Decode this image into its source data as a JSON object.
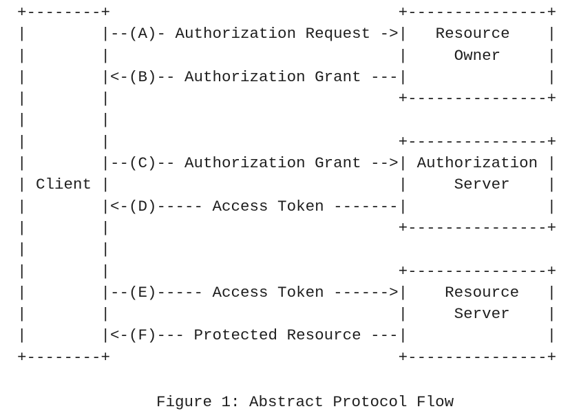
{
  "figure": {
    "ascii_lines": [
      "+--------+                               +---------------+",
      "|        |--(A)- Authorization Request ->|   Resource    |",
      "|        |                               |     Owner     |",
      "|        |<-(B)-- Authorization Grant ---|               |",
      "|        |                               +---------------+",
      "|        |",
      "|        |                               +---------------+",
      "|        |--(C)-- Authorization Grant -->| Authorization |",
      "| Client |                               |     Server    |",
      "|        |<-(D)----- Access Token -------|               |",
      "|        |                               +---------------+",
      "|        |",
      "|        |                               +---------------+",
      "|        |--(E)----- Access Token ------>|    Resource   |",
      "|        |                               |     Server    |",
      "|        |<-(F)--- Protected Resource ---|               |",
      "+--------+                               +---------------+"
    ],
    "caption": "Figure 1: Abstract Protocol Flow"
  },
  "diagram": {
    "entities": [
      {
        "name": "Client"
      },
      {
        "name": "Resource Owner"
      },
      {
        "name": "Authorization Server"
      },
      {
        "name": "Resource Server"
      }
    ],
    "flow_steps": [
      {
        "label": "(A)",
        "text": "Authorization Request",
        "from": "Client",
        "to": "Resource Owner",
        "direction": "right"
      },
      {
        "label": "(B)",
        "text": "Authorization Grant",
        "from": "Resource Owner",
        "to": "Client",
        "direction": "left"
      },
      {
        "label": "(C)",
        "text": "Authorization Grant",
        "from": "Client",
        "to": "Authorization Server",
        "direction": "right"
      },
      {
        "label": "(D)",
        "text": "Access Token",
        "from": "Authorization Server",
        "to": "Client",
        "direction": "left"
      },
      {
        "label": "(E)",
        "text": "Access Token",
        "from": "Client",
        "to": "Resource Server",
        "direction": "right"
      },
      {
        "label": "(F)",
        "text": "Protected Resource",
        "from": "Resource Server",
        "to": "Client",
        "direction": "left"
      }
    ]
  },
  "colors": {
    "text": "#1e1e1e",
    "background": "#ffffff"
  }
}
